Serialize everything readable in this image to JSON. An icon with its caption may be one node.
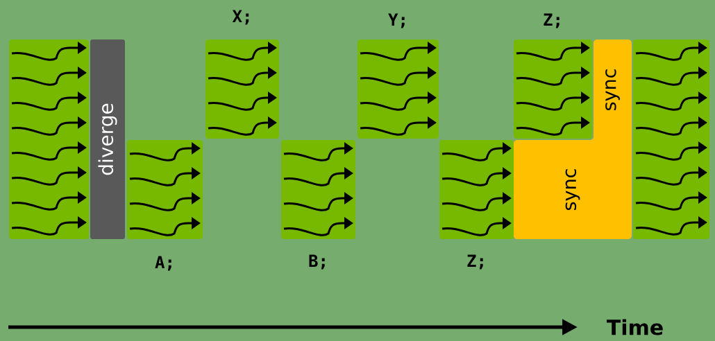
{
  "diagram": {
    "nodes": [
      {
        "text": [],
        "shape": "box"
      },
      {
        "text": [
          "diverge"
        ]
      },
      {
        "text": [
          "A;"
        ]
      },
      {
        "text": [
          "X;"
        ]
      },
      {
        "text": [
          "B;"
        ]
      },
      {
        "text": [
          "Y;"
        ]
      },
      {
        "text": [
          "Z;"
        ]
      },
      {
        "text": [
          "Z;"
        ]
      },
      {
        "text": [
          "sync",
          "sync"
        ]
      },
      {
        "text": [],
        "shape": "box"
      }
    ],
    "labels": [
      "Time"
    ]
  }
}
